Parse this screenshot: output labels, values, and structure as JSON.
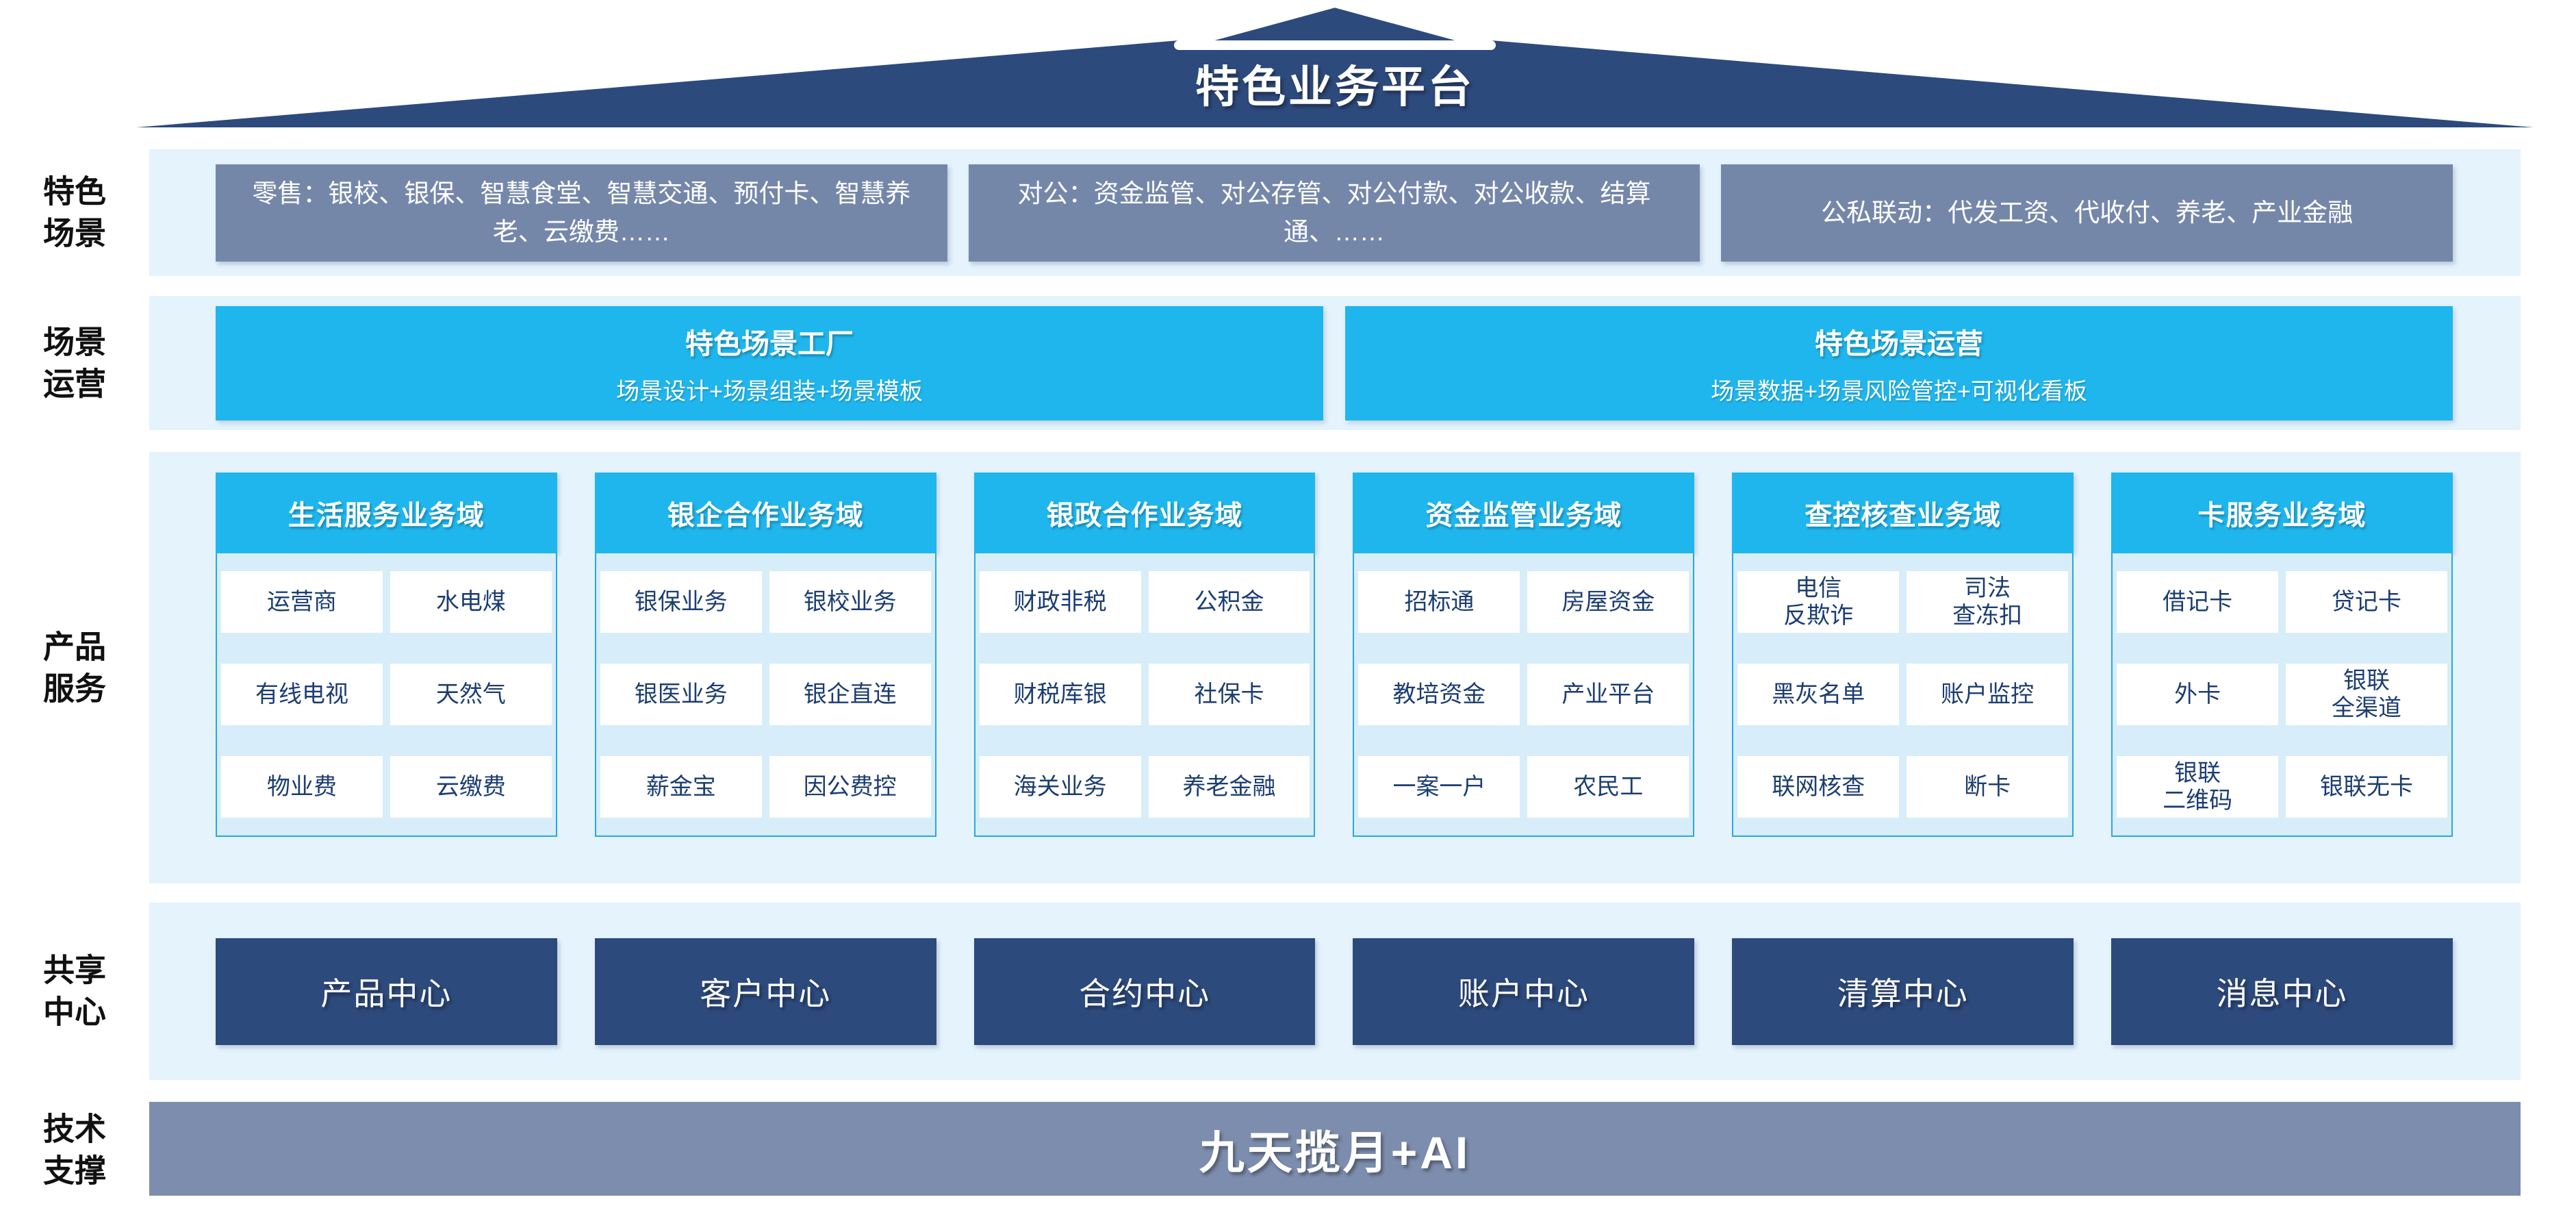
{
  "roof": {
    "title": "特色业务平台"
  },
  "side_labels": [
    {
      "text": "特色\n场景"
    },
    {
      "text": "场景\n运营"
    },
    {
      "text": "产品\n服务"
    },
    {
      "text": "共享\n中心"
    },
    {
      "text": "技术\n支撑"
    }
  ],
  "scene_row": {
    "boxes": [
      "零售：银校、银保、智慧食堂、智慧交通、预付卡、智慧养老、云缴费……",
      "对公：资金监管、对公存管、对公付款、对公收款、结算通、……",
      "公私联动：代发工资、代收付、养老、产业金融"
    ]
  },
  "operation_row": {
    "boxes": [
      {
        "title": "特色场景工厂",
        "subtitle": "场景设计+场景组装+场景模板"
      },
      {
        "title": "特色场景运营",
        "subtitle": "场景数据+场景风险管控+可视化看板"
      }
    ]
  },
  "product_row": {
    "columns": [
      {
        "header": "生活服务业务域",
        "cells": [
          "运营商",
          "水电煤",
          "有线电视",
          "天然气",
          "物业费",
          "云缴费"
        ]
      },
      {
        "header": "银企合作业务域",
        "cells": [
          "银保业务",
          "银校业务",
          "银医业务",
          "银企直连",
          "薪金宝",
          "因公费控"
        ]
      },
      {
        "header": "银政合作业务域",
        "cells": [
          "财政非税",
          "公积金",
          "财税库银",
          "社保卡",
          "海关业务",
          "养老金融"
        ]
      },
      {
        "header": "资金监管业务域",
        "cells": [
          "招标通",
          "房屋资金",
          "教培资金",
          "产业平台",
          "一案一户",
          "农民工"
        ]
      },
      {
        "header": "查控核查业务域",
        "cells": [
          "电信\n反欺诈",
          "司法\n查冻扣",
          "黑灰名单",
          "账户监控",
          "联网核查",
          "断卡"
        ]
      },
      {
        "header": "卡服务业务域",
        "cells": [
          "借记卡",
          "贷记卡",
          "外卡",
          "银联\n全渠道",
          "银联\n二维码",
          "银联无卡"
        ]
      }
    ]
  },
  "shared_row": {
    "centers": [
      "产品中心",
      "客户中心",
      "合约中心",
      "账户中心",
      "清算中心",
      "消息中心"
    ]
  },
  "tech_row": {
    "bar_text": "九天揽月+AI"
  },
  "colors": {
    "roof_navy": "#2D4A7D",
    "scene_box_blue_gray": "#7587A9",
    "band_light_blue": "#E4F3FC",
    "cyan": "#1FB6ED",
    "column_body_bg": "#D7EDF9",
    "column_border": "#2BA7DE",
    "cell_text_navy": "#1C3D72",
    "center_navy": "#2D4A7D",
    "tech_bar_gray_blue": "#7D8DAD"
  }
}
